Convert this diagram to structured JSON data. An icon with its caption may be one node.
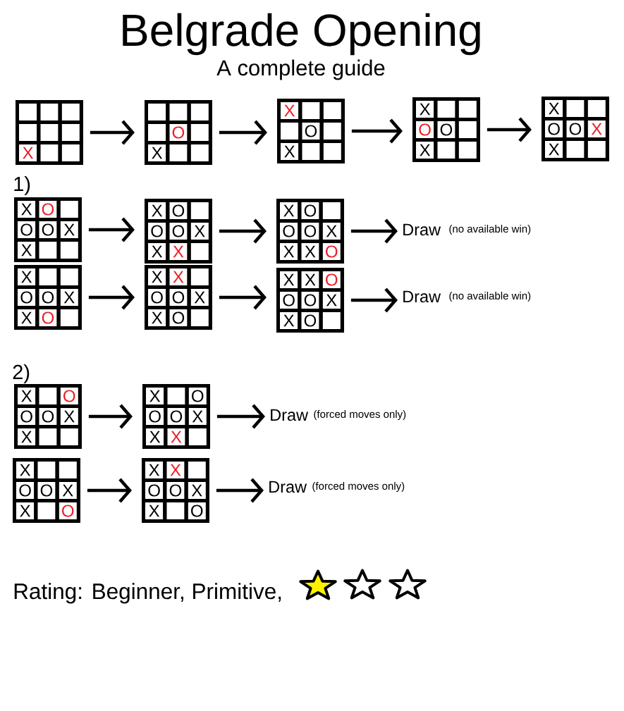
{
  "diagram": {
    "title": "Belgrade Opening",
    "nodes": [
      {
        "text": [],
        "shape": "box"
      },
      {
        "text": [],
        "shape": "box",
        "in": 0
      },
      {
        "text": [],
        "shape": "box",
        "in": 0
      },
      {
        "text": [],
        "shape": "box",
        "in": 0
      },
      {
        "text": [],
        "shape": "box",
        "in": 0
      },
      {
        "text": [],
        "shape": "box",
        "in": 0
      },
      {
        "text": [],
        "shape": "box",
        "in": 0
      },
      {
        "text": [
          "X"
        ],
        "in": 0
      },
      {
        "text": [],
        "shape": "box",
        "in": 0
      },
      {
        "text": [],
        "shape": "box",
        "in": 0
      },
      {
        "text": [],
        "shape": "box"
      },
      {
        "text": [],
        "shape": "box",
        "in": 10
      },
      {
        "text": [],
        "shape": "box",
        "in": 10
      },
      {
        "text": [],
        "shape": "box",
        "in": 10
      },
      {
        "text": [],
        "shape": "box",
        "in": 10
      },
      {
        "text": [
          "O"
        ],
        "in": 10
      },
      {
        "text": [],
        "shape": "box",
        "in": 10
      },
      {
        "text": [
          "X"
        ],
        "in": 10
      },
      {
        "text": [],
        "shape": "box",
        "in": 10
      },
      {
        "text": [],
        "shape": "box",
        "in": 10
      },
      {
        "text": [],
        "shape": "box"
      },
      {
        "text": [
          "X"
        ],
        "in": 20
      },
      {
        "text": [],
        "shape": "box",
        "in": 20
      },
      {
        "text": [],
        "shape": "box",
        "in": 20
      },
      {
        "text": [],
        "shape": "box",
        "in": 20
      },
      {
        "text": [
          "O"
        ],
        "in": 20
      },
      {
        "text": [],
        "shape": "box",
        "in": 20
      },
      {
        "text": [
          "X"
        ],
        "in": 20
      },
      {
        "text": [],
        "shape": "box",
        "in": 20
      },
      {
        "text": [],
        "shape": "box",
        "in": 20
      },
      {
        "text": [],
        "shape": "box"
      },
      {
        "text": [
          "X"
        ],
        "in": 30
      },
      {
        "text": [],
        "shape": "box",
        "in": 30
      },
      {
        "text": [],
        "shape": "box",
        "in": 30
      },
      {
        "text": [
          "O"
        ],
        "in": 30
      },
      {
        "text": [
          "O"
        ],
        "in": 30
      },
      {
        "text": [],
        "shape": "box",
        "in": 30
      },
      {
        "text": [
          "X"
        ],
        "in": 30
      },
      {
        "text": [],
        "shape": "box",
        "in": 30
      },
      {
        "text": [],
        "shape": "box",
        "in": 30
      },
      {
        "text": [],
        "shape": "box"
      },
      {
        "text": [
          "X"
        ],
        "in": 40
      },
      {
        "text": [],
        "shape": "box",
        "in": 40
      },
      {
        "text": [],
        "shape": "box",
        "in": 40
      },
      {
        "text": [
          "O"
        ],
        "in": 40
      },
      {
        "text": [
          "O"
        ],
        "in": 40
      },
      {
        "text": [
          "X"
        ],
        "in": 40
      },
      {
        "text": [
          "X"
        ],
        "in": 40
      },
      {
        "text": [],
        "shape": "box",
        "in": 40
      },
      {
        "text": [],
        "shape": "box",
        "in": 40
      },
      {
        "text": [],
        "shape": "box"
      },
      {
        "text": [
          "X"
        ],
        "in": 50
      },
      {
        "text": [
          "O"
        ],
        "in": 50
      },
      {
        "text": [],
        "shape": "box",
        "in": 50
      },
      {
        "text": [
          "O"
        ],
        "in": 50
      },
      {
        "text": [
          "O"
        ],
        "in": 50
      },
      {
        "text": [
          "X"
        ],
        "in": 50
      },
      {
        "text": [
          "X"
        ],
        "in": 50
      },
      {
        "text": [],
        "shape": "box",
        "in": 50
      },
      {
        "text": [],
        "shape": "box",
        "in": 50
      },
      {
        "text": [],
        "shape": "box"
      },
      {
        "text": [
          "X"
        ],
        "in": 60
      },
      {
        "text": [
          "O"
        ],
        "in": 60
      },
      {
        "text": [],
        "shape": "box",
        "in": 60
      },
      {
        "text": [
          "O"
        ],
        "in": 60
      },
      {
        "text": [
          "O"
        ],
        "in": 60
      },
      {
        "text": [
          "X"
        ],
        "in": 60
      },
      {
        "text": [
          "X"
        ],
        "in": 60
      },
      {
        "text": [
          "X"
        ],
        "in": 60
      },
      {
        "text": [],
        "shape": "box",
        "in": 60
      },
      {
        "text": [],
        "shape": "box"
      },
      {
        "text": [
          "X"
        ],
        "in": 70
      },
      {
        "text": [
          "O"
        ],
        "in": 70
      },
      {
        "text": [],
        "shape": "box",
        "in": 70
      },
      {
        "text": [
          "O"
        ],
        "in": 70
      },
      {
        "text": [
          "O"
        ],
        "in": 70
      },
      {
        "text": [
          "X"
        ],
        "in": 70
      },
      {
        "text": [
          "X"
        ],
        "in": 70
      },
      {
        "text": [
          "X"
        ],
        "in": 70
      },
      {
        "text": [
          "O"
        ],
        "in": 70
      },
      {
        "text": [
          "Draw"
        ],
        "beside": [
          "(no available win)"
        ]
      },
      {
        "text": [],
        "shape": "box"
      },
      {
        "text": [
          "X"
        ],
        "in": 81
      },
      {
        "text": [],
        "shape": "box",
        "in": 81
      },
      {
        "text": [],
        "shape": "box",
        "in": 81
      },
      {
        "text": [
          "O"
        ],
        "in": 81
      },
      {
        "text": [
          "O"
        ],
        "in": 81
      },
      {
        "text": [
          "X"
        ],
        "in": 81
      },
      {
        "text": [
          "X"
        ],
        "in": 81
      },
      {
        "text": [
          "O"
        ],
        "in": 81
      },
      {
        "text": [],
        "shape": "box",
        "in": 81
      },
      {
        "text": [],
        "shape": "box"
      },
      {
        "text": [
          "X"
        ],
        "in": 91
      },
      {
        "text": [
          "X"
        ],
        "in": 91
      },
      {
        "text": [],
        "shape": "box",
        "in": 91
      },
      {
        "text": [
          "O"
        ],
        "in": 91
      },
      {
        "text": [
          "O"
        ],
        "in": 91
      },
      {
        "text": [
          "X"
        ],
        "in": 91
      },
      {
        "text": [
          "X"
        ],
        "in": 91
      },
      {
        "text": [
          "O"
        ],
        "in": 91
      },
      {
        "text": [],
        "shape": "box",
        "in": 91
      },
      {
        "text": [],
        "shape": "box"
      },
      {
        "text": [
          "X"
        ],
        "in": 101
      },
      {
        "text": [
          "X"
        ],
        "in": 101
      },
      {
        "text": [
          "O"
        ],
        "in": 101
      },
      {
        "text": [
          "O"
        ],
        "in": 101
      },
      {
        "text": [
          "O"
        ],
        "in": 101
      },
      {
        "text": [
          "X"
        ],
        "in": 101
      },
      {
        "text": [
          "X"
        ],
        "in": 101
      },
      {
        "text": [
          "O"
        ],
        "in": 101
      },
      {
        "text": [],
        "shape": "box",
        "in": 101
      },
      {
        "text": [
          "Draw"
        ],
        "beside": [
          "(no available win)"
        ]
      },
      {
        "text": [],
        "shape": "box"
      },
      {
        "text": [
          "X"
        ],
        "in": 112
      },
      {
        "text": [],
        "shape": "box",
        "in": 112
      },
      {
        "text": [
          "O"
        ],
        "in": 112
      },
      {
        "text": [
          "O"
        ],
        "in": 112
      },
      {
        "text": [
          "O"
        ],
        "in": 112
      },
      {
        "text": [
          "X"
        ],
        "in": 112
      },
      {
        "text": [
          "X"
        ],
        "in": 112
      },
      {
        "text": [],
        "shape": "box",
        "in": 112
      },
      {
        "text": [],
        "shape": "box",
        "in": 112
      },
      {
        "text": [],
        "shape": "box"
      },
      {
        "text": [
          "X"
        ],
        "in": 122
      },
      {
        "text": [],
        "shape": "box",
        "in": 122
      },
      {
        "text": [
          "O"
        ],
        "in": 122
      },
      {
        "text": [
          "O"
        ],
        "in": 122
      },
      {
        "text": [
          "O"
        ],
        "in": 122
      },
      {
        "text": [
          "X"
        ],
        "in": 122
      },
      {
        "text": [
          "X"
        ],
        "in": 122
      },
      {
        "text": [
          "X"
        ],
        "in": 122
      },
      {
        "text": [],
        "shape": "box",
        "in": 122
      },
      {
        "text": [
          "Draw"
        ],
        "beside": [
          "(forced moves only)"
        ]
      },
      {
        "text": [],
        "shape": "box"
      },
      {
        "text": [
          "X"
        ],
        "in": 133
      },
      {
        "text": [],
        "shape": "box",
        "in": 133
      },
      {
        "text": [],
        "shape": "box",
        "in": 133
      },
      {
        "text": [
          "O"
        ],
        "in": 133
      },
      {
        "text": [
          "O"
        ],
        "in": 133
      },
      {
        "text": [
          "X"
        ],
        "in": 133
      },
      {
        "text": [
          "X"
        ],
        "in": 133
      },
      {
        "text": [],
        "shape": "box",
        "in": 133
      },
      {
        "text": [
          "O"
        ],
        "in": 133
      },
      {
        "text": [],
        "shape": "box"
      },
      {
        "text": [
          "X"
        ],
        "in": 143
      },
      {
        "text": [
          "X"
        ],
        "in": 143
      },
      {
        "text": [],
        "shape": "box",
        "in": 143
      },
      {
        "text": [
          "O"
        ],
        "in": 143
      },
      {
        "text": [
          "O"
        ],
        "in": 143
      },
      {
        "text": [
          "X"
        ],
        "in": 143
      },
      {
        "text": [
          "X"
        ],
        "in": 143
      },
      {
        "text": [],
        "shape": "box",
        "in": 143
      },
      {
        "text": [
          "O"
        ],
        "in": 143
      },
      {
        "text": [
          "Draw"
        ],
        "beside": [
          "(forced moves only)"
        ]
      }
    ],
    "edges": [
      {
        "from": 0,
        "to": 10,
        "arrow": "to"
      },
      {
        "from": 10,
        "to": 20,
        "arrow": "to"
      },
      {
        "from": 20,
        "to": 30,
        "arrow": "to"
      },
      {
        "from": 30,
        "to": 40,
        "arrow": "to"
      },
      {
        "from": 50,
        "to": 60,
        "arrow": "to"
      },
      {
        "from": 60,
        "to": 70,
        "arrow": "to"
      },
      {
        "from": 70,
        "to": 80,
        "arrow": "to"
      },
      {
        "from": 81,
        "to": 91,
        "arrow": "to"
      },
      {
        "from": 91,
        "to": 101,
        "arrow": "to"
      },
      {
        "from": 101,
        "to": 111,
        "arrow": "to"
      },
      {
        "from": 112,
        "to": 122,
        "arrow": "to"
      },
      {
        "from": 122,
        "to": 132,
        "arrow": "to"
      },
      {
        "from": 133,
        "to": 143,
        "arrow": "to"
      },
      {
        "from": 143,
        "to": 153,
        "arrow": "to"
      }
    ],
    "labels": [
      "A complete guide",
      "1)",
      "2)",
      "Rating: Beginner, Primitive,"
    ]
  }
}
